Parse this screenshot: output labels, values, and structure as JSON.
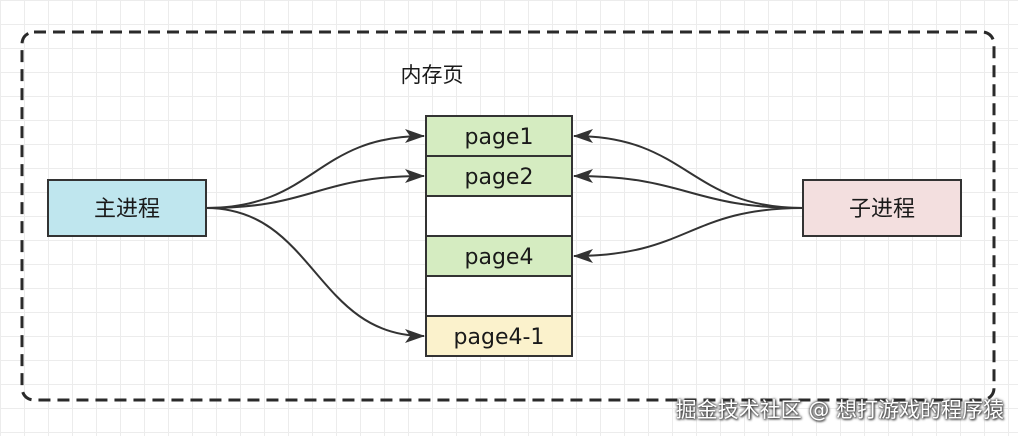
{
  "diagram": {
    "title": "内存页",
    "main_process": {
      "label": "主进程",
      "fill": "#bfe6ee",
      "stroke": "#333333"
    },
    "child_process": {
      "label": "子进程",
      "fill": "#f3dfdf",
      "stroke": "#333333"
    },
    "pages": [
      {
        "label": "page1",
        "state": "shared",
        "fill": "#d5ecc1"
      },
      {
        "label": "page2",
        "state": "shared",
        "fill": "#d5ecc1"
      },
      {
        "label": "",
        "state": "empty",
        "fill": "#ffffff"
      },
      {
        "label": "page4",
        "state": "shared",
        "fill": "#d5ecc1"
      },
      {
        "label": "",
        "state": "empty",
        "fill": "#ffffff"
      },
      {
        "label": "page4-1",
        "state": "copied",
        "fill": "#fbf2cc"
      }
    ],
    "links": [
      {
        "from": "主进程",
        "to": "page1"
      },
      {
        "from": "主进程",
        "to": "page2"
      },
      {
        "from": "主进程",
        "to": "page4-1"
      },
      {
        "from": "子进程",
        "to": "page1"
      },
      {
        "from": "子进程",
        "to": "page2"
      },
      {
        "from": "子进程",
        "to": "page4"
      }
    ],
    "container_border": "dashed",
    "line_color": "#333333"
  },
  "watermark": "掘金技术社区 @ 想打游戏的程序猿"
}
